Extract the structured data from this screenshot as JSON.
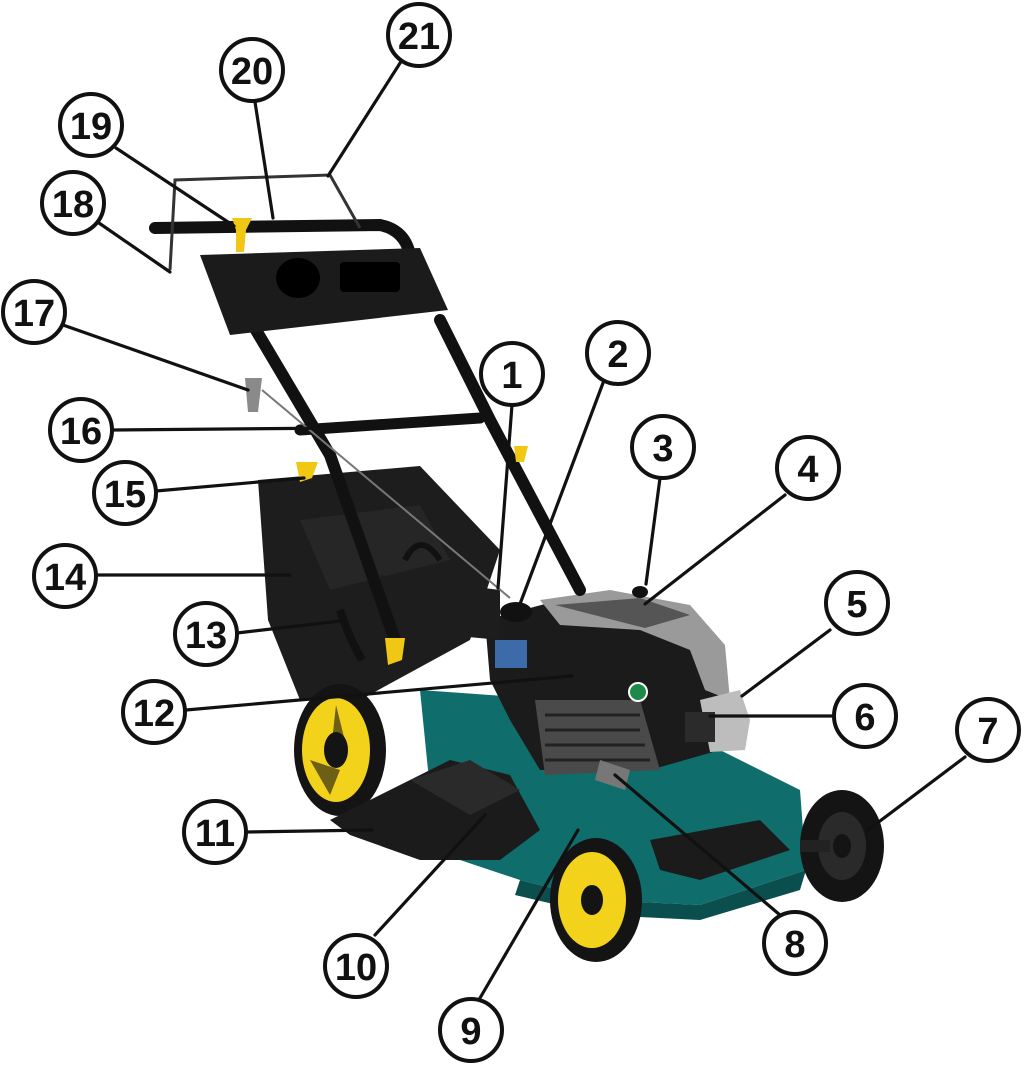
{
  "colors": {
    "deck": "#0f6e6c",
    "deck_dark": "#0a4f4e",
    "wheel_hub": "#f2d21a",
    "tire": "#141414",
    "engine": "#1b1b1b",
    "cover": "#9a9a9a",
    "bag": "#1d1d1d",
    "handle": "#111111",
    "accent_yellow": "#f0c814"
  },
  "callouts": [
    {
      "number": "1"
    },
    {
      "number": "2"
    },
    {
      "number": "3"
    },
    {
      "number": "4"
    },
    {
      "number": "5"
    },
    {
      "number": "6"
    },
    {
      "number": "7"
    },
    {
      "number": "8"
    },
    {
      "number": "9"
    },
    {
      "number": "10"
    },
    {
      "number": "11"
    },
    {
      "number": "12"
    },
    {
      "number": "13"
    },
    {
      "number": "14"
    },
    {
      "number": "15"
    },
    {
      "number": "16"
    },
    {
      "number": "17"
    },
    {
      "number": "18"
    },
    {
      "number": "19"
    },
    {
      "number": "20"
    },
    {
      "number": "21"
    }
  ]
}
